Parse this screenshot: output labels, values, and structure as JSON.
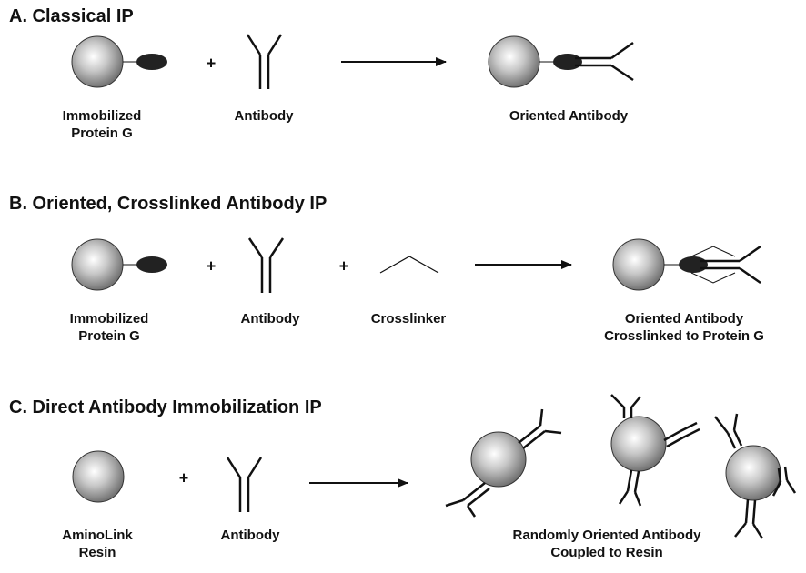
{
  "sections": [
    {
      "title": "A.  Classical IP",
      "labels": {
        "protein_g_1": "Immobilized",
        "protein_g_2": "Protein G",
        "antibody": "Antibody",
        "result": "Oriented Antibody"
      },
      "plus": "+"
    },
    {
      "title": "B.  Oriented, Crosslinked Antibody IP",
      "labels": {
        "protein_g_1": "Immobilized",
        "protein_g_2": "Protein G",
        "antibody": "Antibody",
        "crosslinker": "Crosslinker",
        "result_1": "Oriented Antibody",
        "result_2": "Crosslinked to Protein G"
      },
      "plus": "+"
    },
    {
      "title": "C.  Direct Antibody Immobilization IP",
      "labels": {
        "resin_1": "AminoLink",
        "resin_2": "Resin",
        "antibody": "Antibody",
        "result_1": "Randomly Oriented Antibody",
        "result_2": "Coupled to Resin"
      },
      "plus": "+"
    }
  ]
}
